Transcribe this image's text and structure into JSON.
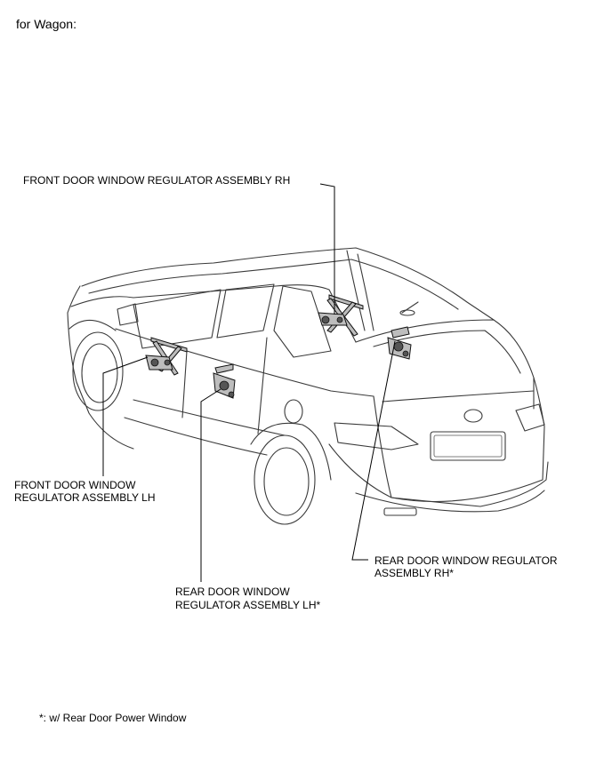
{
  "heading": "for Wagon:",
  "labels": {
    "front_rh": "FRONT DOOR WINDOW REGULATOR ASSEMBLY RH",
    "front_lh_line1": "FRONT DOOR WINDOW",
    "front_lh_line2": "REGULATOR ASSEMBLY LH",
    "rear_lh_line1": "REAR DOOR WINDOW",
    "rear_lh_line2": "REGULATOR ASSEMBLY LH*",
    "rear_rh_line1": "REAR DOOR WINDOW REGULATOR",
    "rear_rh_line2": "ASSEMBLY RH*"
  },
  "footnote": "*: w/ Rear Door Power Window",
  "icons": {
    "vehicle": "wagon-outline-icon",
    "regulator": "window-regulator-icon"
  }
}
